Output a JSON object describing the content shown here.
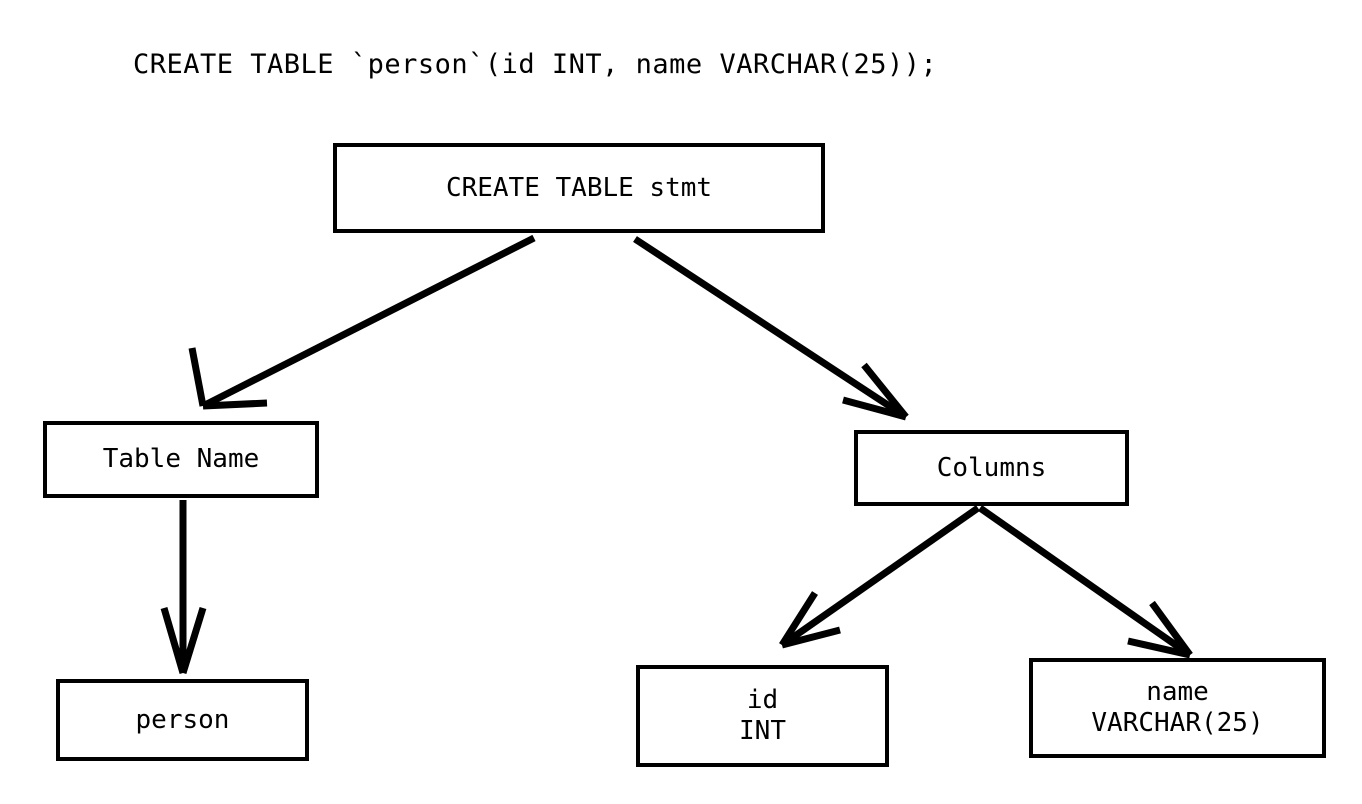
{
  "diagram": {
    "title": "CREATE TABLE `person`(id INT, name VARCHAR(25));",
    "type": "parse-tree",
    "background_color": "#ffffff",
    "stroke_color": "#000000",
    "nodes": [
      {
        "id": "root",
        "label": "CREATE TABLE stmt",
        "line1": "CREATE TABLE stmt",
        "line2": ""
      },
      {
        "id": "tablename",
        "label": "Table Name",
        "line1": "Table Name",
        "line2": ""
      },
      {
        "id": "columns",
        "label": "Columns",
        "line1": "Columns",
        "line2": ""
      },
      {
        "id": "person",
        "label": "person",
        "line1": "person",
        "line2": ""
      },
      {
        "id": "id",
        "label": "id INT",
        "line1": "id",
        "line2": "INT"
      },
      {
        "id": "name",
        "label": "name VARCHAR(25)",
        "line1": "name",
        "line2": "VARCHAR(25)"
      }
    ],
    "edges": [
      {
        "from": "root",
        "to": "tablename"
      },
      {
        "from": "root",
        "to": "columns"
      },
      {
        "from": "tablename",
        "to": "person"
      },
      {
        "from": "columns",
        "to": "id"
      },
      {
        "from": "columns",
        "to": "name"
      }
    ]
  }
}
